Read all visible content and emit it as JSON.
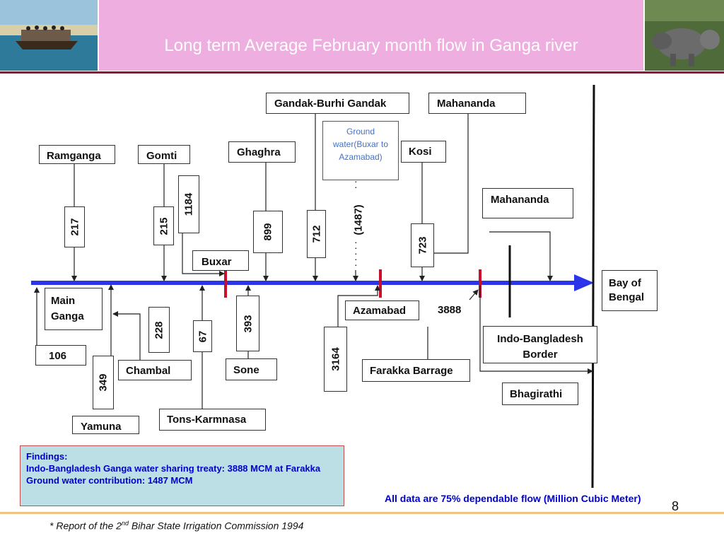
{
  "slide": {
    "title": "Long term Average February month flow in Ganga river",
    "page_number": "8",
    "footnote_prefix": "* Report of the 2",
    "footnote_sup": "nd",
    "footnote_suffix": " Bihar State Irrigation Commission 1994",
    "note": "All data are 75% dependable flow (Million Cubic Meter)"
  },
  "findings": {
    "heading": "Findings:",
    "line1": "Indo-Bangladesh Ganga water sharing treaty: 3888 MCM at Farakka",
    "line2": "Ground water contribution: 1487 MCM"
  },
  "labels": {
    "ramganga": "Ramganga",
    "gomti": "Gomti",
    "ghaghra": "Ghaghra",
    "gandak": "Gandak-Burhi Gandak",
    "ground_water": "Ground water(Buxar to Azamabad)",
    "mahananda_top": "Mahananda",
    "kosi": "Kosi",
    "mahananda_mid": "Mahananda",
    "buxar": "Buxar",
    "main_ganga": "Main Ganga",
    "azamabad": "Azamabad",
    "bay_of_bengal": "Bay of Bengal",
    "indo_bangladesh": "Indo-Bangladesh Border",
    "chambal": "Chambal",
    "sone": "Sone",
    "farakka": "Farakka Barrage",
    "bhagirathi": "Bhagirathi",
    "yamuna": "Yamuna",
    "tons": "Tons-Karmnasa"
  },
  "flows": {
    "ramganga": "217",
    "gomti": "215",
    "buxar_upstream": "1184",
    "ghaghra": "899",
    "gandak": "712",
    "ground_water": "(1487)",
    "kosi": "723",
    "main_ganga": "106",
    "chambal": "228",
    "yamuna": "349",
    "tons": "67",
    "sone": "393",
    "azamabad": "3164",
    "farakka": "3888"
  },
  "colors": {
    "river": "#2b35e8",
    "marker": "#c8102e",
    "header_pink": "#eeaee0",
    "header_line": "#8d1438",
    "findings_bg": "#bcdfe6",
    "note_text": "#0000cc"
  }
}
